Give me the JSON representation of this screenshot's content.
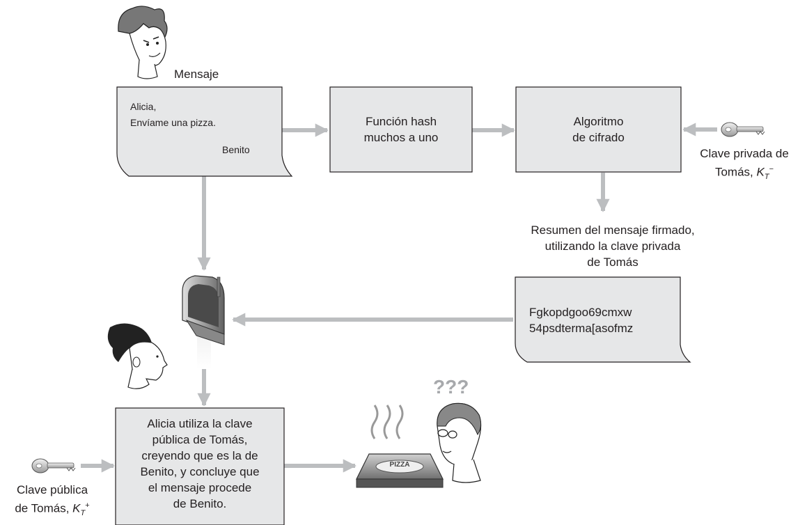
{
  "message_title": "Mensaje",
  "message_note": {
    "line1": "Alicia,",
    "line2": "Envíame una pizza.",
    "signature": "Benito"
  },
  "hash_box": {
    "line1": "Función hash",
    "line2": "muchos a uno"
  },
  "encrypt_box": {
    "line1": "Algoritmo",
    "line2": "de cifrado"
  },
  "private_key_label": {
    "line1": "Clave privada de",
    "line2_prefix": "Tomás,",
    "symbol": "K",
    "subscript": "T",
    "superscript": "−"
  },
  "signed_digest_caption": {
    "line1": "Resumen del mensaje firmado,",
    "line2": "utilizando la clave privada",
    "line3": "de Tomás"
  },
  "signed_digest_note": {
    "line1": "Fgkopdgoo69cmxw",
    "line2": "54psdterma[asofmz"
  },
  "alice_box": {
    "line1": "Alicia utiliza la clave",
    "line2": "pública de Tomás,",
    "line3": "creyendo que es la de",
    "line4": "Benito, y concluye que",
    "line5": "el mensaje procede",
    "line6": "de Benito."
  },
  "public_key_label": {
    "line1": "Clave pública",
    "line2_prefix": "de Tomás,",
    "symbol": "K",
    "subscript": "T",
    "superscript": "+"
  },
  "pizza_label": "PIZZA",
  "confused_mark": "???",
  "colors": {
    "box_fill": "#e6e7e8",
    "box_stroke": "#231f20",
    "arrow": "#bcbec0",
    "text": "#231f20"
  },
  "icons": [
    "trudy-character",
    "alice-character",
    "bob-character",
    "key-icon",
    "mailbox-icon",
    "pizza-box-icon"
  ]
}
